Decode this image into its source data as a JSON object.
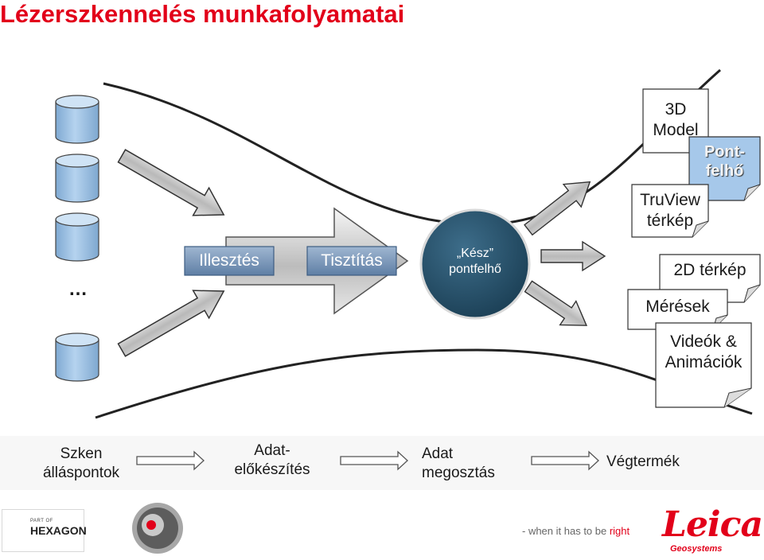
{
  "title": "Lézerszkennelés munkafolyamatai",
  "ellipsis": "…",
  "stages": {
    "registration": "Illesztés",
    "cleaning": "Tisztítás",
    "ready_line1": "„Kész”",
    "ready_line2": "pontfelhő"
  },
  "outputs": {
    "model3d_l1": "3D",
    "model3d_l2": "Model",
    "pointcloud_l1": "Pont-",
    "pointcloud_l2": "felhő",
    "truview_l1": "TruView",
    "truview_l2": "térkép",
    "map2d": "2D térkép",
    "measurements": "Mérések",
    "videos_l1": "Videók &",
    "videos_l2": "Animációk"
  },
  "bottom_flow": {
    "scan_l1": "Szken",
    "scan_l2": "álláspontok",
    "prep_l1": "Adat-",
    "prep_l2": "előkészítés",
    "share_l1": "Adat",
    "share_l2": "megosztás",
    "final": "Végtermék"
  },
  "footer": {
    "hexagon_small": "PART OF",
    "hexagon_big": "HEXAGON",
    "tagline_prefix": "- when it has to be ",
    "tagline_accent": "right",
    "leica": "Leica",
    "geosystems": "Geosystems"
  },
  "colors": {
    "title_red": "#e2001a",
    "cylinder_fill": "#9cc3e6",
    "box_fill": "#a6c8ea",
    "curve": "#222222"
  }
}
